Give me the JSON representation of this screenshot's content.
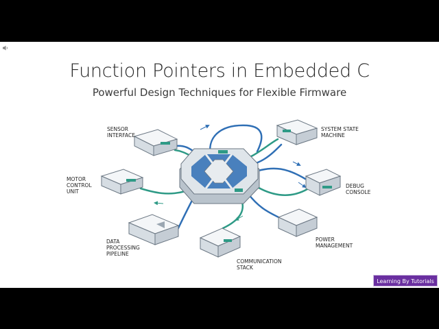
{
  "slide": {
    "title": "Function Pointers in Embedded C",
    "subtitle": "Powerful Design Techniques for Flexible Firmware"
  },
  "modules": {
    "sensor_interface": "SENSOR\nINTERFACE",
    "system_state_machine": "SYSTEM STATE\nMACHINE",
    "motor_control_unit": "MOTOR\nCONTROL\nUNIT",
    "debug_console": "DEBUG\nCONSOLE",
    "data_processing_pipeline": "DATA\nPROCESSING\nPIPELINE",
    "power_management": "POWER\nMANAGEMENT",
    "communication_stack": "COMMUNICATION\nSTACK"
  },
  "badge": "Learning By Tutorials",
  "icons": {
    "speaker": "speaker-icon"
  },
  "colors": {
    "blue_cable": "#2f6fb5",
    "teal_cable": "#2e9a86",
    "module_body": "#e9edf0",
    "hub_body": "#c9d2da",
    "badge_bg": "#6a2fa0"
  }
}
